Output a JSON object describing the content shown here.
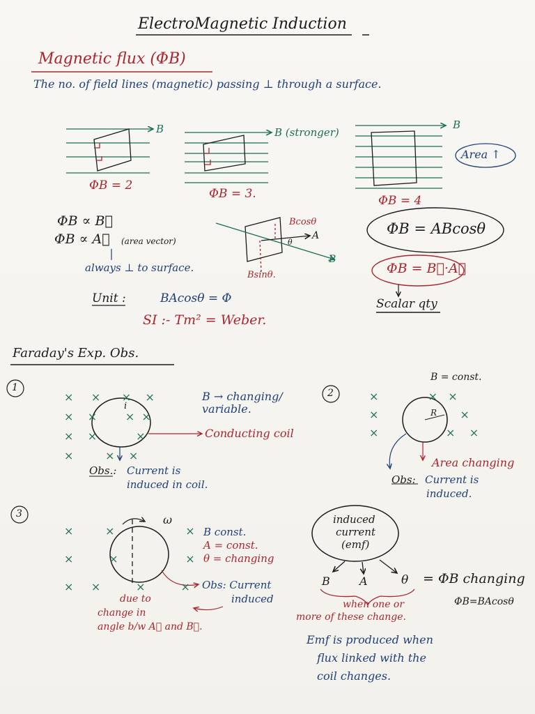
{
  "title": "ElectroMagnetic Induction",
  "flux": {
    "heading": "Magnetic flux (ΦB)",
    "definition": "The no. of field lines (magnetic) passing ⊥ through a surface.",
    "fig1": {
      "label": "B",
      "phi": "ΦB = 2"
    },
    "fig2": {
      "label": "B (stronger)",
      "phi": "ΦB = 3."
    },
    "fig3": {
      "label": "B",
      "phi": "ΦB = 4",
      "note": "Area ↑"
    },
    "prop1": "ΦB ∝ B⃗",
    "prop2": "ΦB ∝ A⃗",
    "area_vector": "(area vector)",
    "arrow_down": "↓",
    "always": "always ⊥ to surface.",
    "bcos": "Bcosθ",
    "bsin": "Bsinθ.",
    "a_label": "A",
    "b_label": "B",
    "theta": "θ",
    "formula1": "ΦB = ABcosθ",
    "formula2": "ΦB = B⃗·A⃗",
    "scalar": "Scalar qty",
    "unit": "Unit :",
    "unit_eq": "BAcosθ = Φ",
    "si": "SI :- Tm² = Weber."
  },
  "faraday": {
    "heading": "Faraday's Exp. Obs.",
    "exp1": {
      "num": "1",
      "i": "i",
      "b_changing": "B → changing/ variable.",
      "coil": "Conducting coil",
      "obs_label": "Obs.:",
      "obs1": "Current is",
      "obs2": "induced in coil."
    },
    "exp2": {
      "num": "2",
      "b_const": "B = const.",
      "r": "R",
      "area": "Area changing",
      "obs_label": "Obs:",
      "obs1": "Current is",
      "obs2": "induced."
    },
    "exp3": {
      "num": "3",
      "omega": "ω",
      "b_const": "B const.",
      "a_const": "A = const.",
      "theta_changing": "θ = changing",
      "obs": "Obs: Current",
      "induced": "induced",
      "due1": "due to",
      "due2": "change in",
      "due3": "angle b/w A⃗ and B⃗."
    },
    "emf": {
      "bubble1": "induced",
      "bubble2": "current",
      "bubble3": "(emf)",
      "b": "B",
      "a": "A",
      "theta": "θ",
      "eq": "= ΦB changing",
      "formula": "ΦB=BAcosθ",
      "when1": "when one or",
      "when2": "more of these change.",
      "conc1": "Emf is produced when",
      "conc2": "flux linked with the",
      "conc3": "coil changes."
    }
  }
}
